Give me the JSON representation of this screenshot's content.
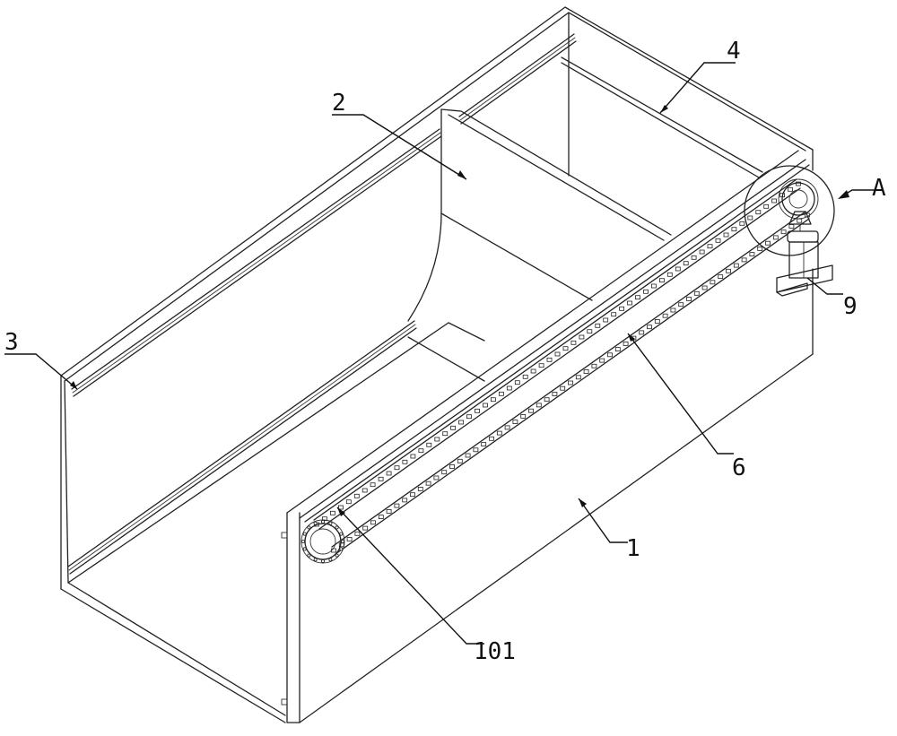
{
  "labels": {
    "casing": "1",
    "partition": "2",
    "left_rail": "3",
    "rear_rod": "4",
    "chain": "6",
    "motor": "9",
    "sprocket": "101",
    "detail_view": "A"
  },
  "colors": {
    "line": "#222222",
    "background": "#ffffff"
  }
}
